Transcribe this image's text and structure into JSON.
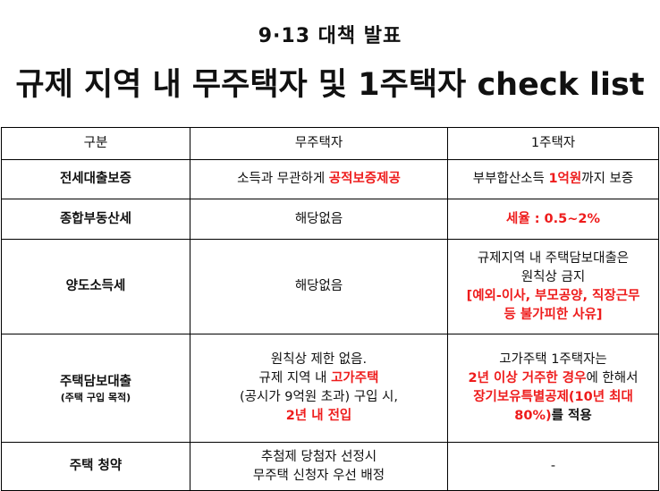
{
  "header": {
    "subtitle": "9·13 대책 발표",
    "title": "규제 지역 내 무주택자 및 1주택자 check list"
  },
  "table": {
    "columns": [
      "구분",
      "무주택자",
      "1주택자"
    ],
    "rows": [
      {
        "label": "전세대출보증",
        "no_house": {
          "pre": "소득과 무관하게 ",
          "red": "공적보증제공"
        },
        "one_house": {
          "pre": "부부합산소득 ",
          "red": "1억원",
          "post": "까지 보증"
        }
      },
      {
        "label": "종합부동산세",
        "no_house": "해당없음",
        "one_house": {
          "red": "세율 : 0.5~2%"
        }
      },
      {
        "label": "양도소득세",
        "no_house": "해당없음",
        "one_house": {
          "l1": "규제지역 내 주택담보대출은",
          "l2": "원칙상 금지",
          "red1": "[예외-이사, 부모공양, 직장근무",
          "red2": "등 불가피한 사유]"
        }
      },
      {
        "label": "주택담보대출",
        "label_sub": "(주택 구입 목적)",
        "no_house": {
          "l1": "원칙상 제한 없음.",
          "l2_pre": "규제 지역 내 ",
          "l2_red": "고가주택",
          "l3": "(공시가 9억원 초과) 구입 시,",
          "l4_red": "2년 내 전입"
        },
        "one_house": {
          "l1": "고가주택 1주택자는",
          "l2_red": "2년 이상 거주한 경우",
          "l2_post": "에 한해서",
          "l3_red": "장기보유특별공제(10년 최대",
          "l4_red": "80%)",
          "l4_post": "를 적용"
        }
      },
      {
        "label": "주택 청약",
        "no_house": {
          "l1": "추첨제 당첨자 선정시",
          "l2": "무주택 신청자 우선 배정"
        },
        "one_house": "-"
      }
    ]
  }
}
